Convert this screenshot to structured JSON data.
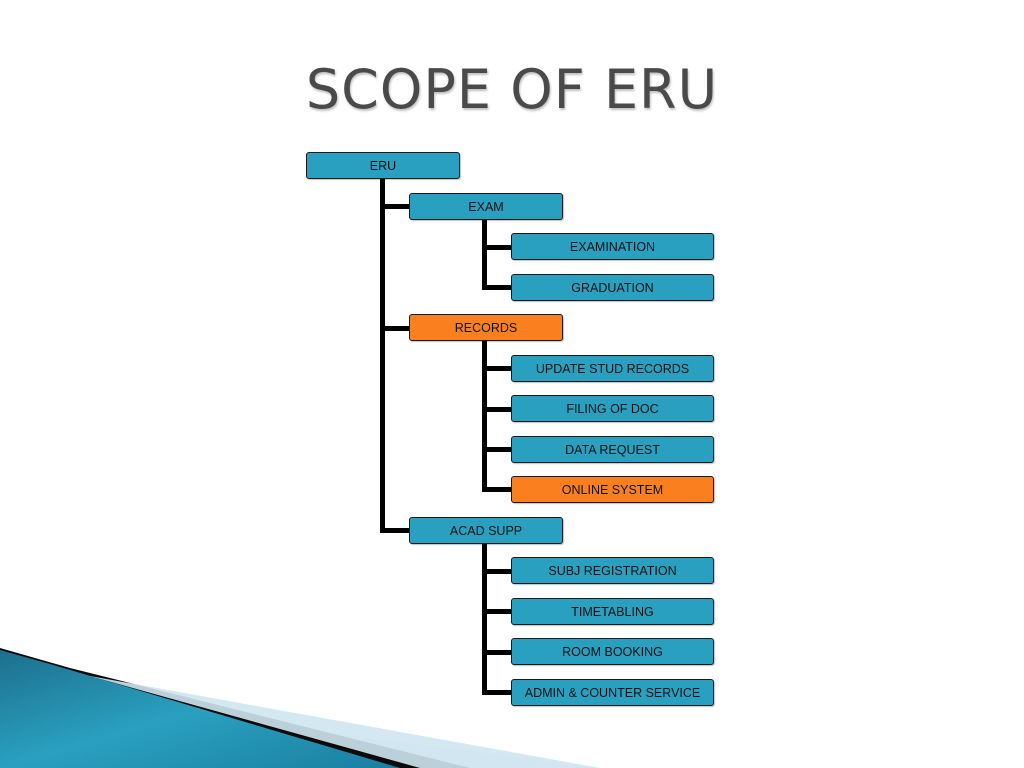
{
  "slide": {
    "title": "SCOPE OF ERU"
  },
  "diagram": {
    "root": "ERU",
    "groups": [
      {
        "label": "EXAM",
        "highlight": false,
        "children": [
          {
            "label": "EXAMINATION",
            "highlight": false
          },
          {
            "label": "GRADUATION",
            "highlight": false
          }
        ]
      },
      {
        "label": "RECORDS",
        "highlight": true,
        "children": [
          {
            "label": "UPDATE STUD RECORDS",
            "highlight": false
          },
          {
            "label": "FILING OF DOC",
            "highlight": false
          },
          {
            "label": "DATA REQUEST",
            "highlight": false
          },
          {
            "label": "ONLINE SYSTEM",
            "highlight": true
          }
        ]
      },
      {
        "label": "ACAD SUPP",
        "highlight": false,
        "children": [
          {
            "label": "SUBJ REGISTRATION",
            "highlight": false
          },
          {
            "label": "TIMETABLING",
            "highlight": false
          },
          {
            "label": "ROOM BOOKING",
            "highlight": false
          },
          {
            "label": "ADMIN & COUNTER SERVICE",
            "highlight": false
          }
        ]
      }
    ],
    "colors": {
      "node": "#2aa0c0",
      "highlight": "#fa7f1e",
      "connector": "#000000"
    }
  }
}
